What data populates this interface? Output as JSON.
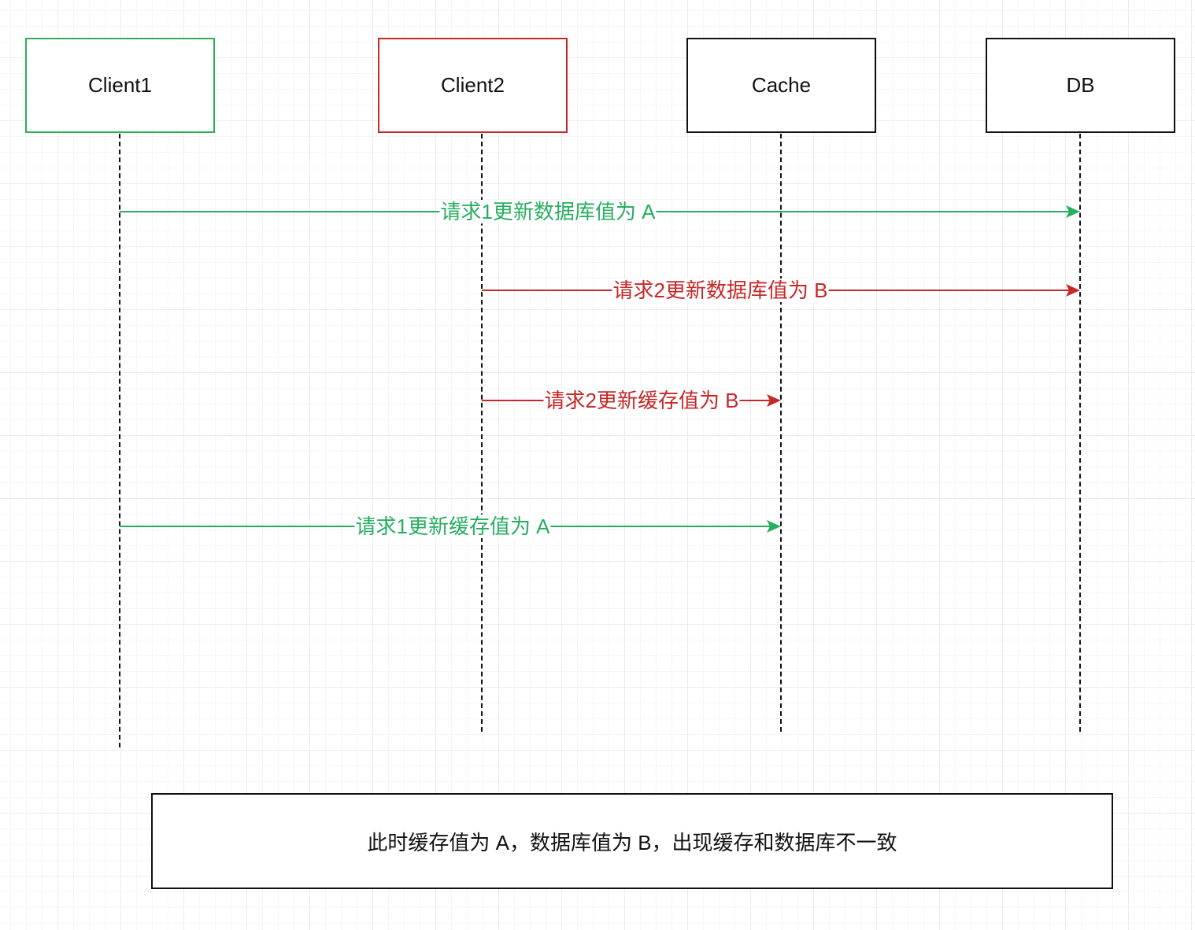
{
  "colors": {
    "client1": "#27ae60",
    "client2": "#c62828",
    "default": "#111111"
  },
  "actors": [
    {
      "id": "client1",
      "label": "Client1",
      "border_color": "#2fae5a"
    },
    {
      "id": "client2",
      "label": "Client2",
      "border_color": "#c62828"
    },
    {
      "id": "cache",
      "label": "Cache",
      "border_color": "#111111"
    },
    {
      "id": "db",
      "label": "DB",
      "border_color": "#111111"
    }
  ],
  "messages": [
    {
      "from": "client1",
      "to": "db",
      "label": "请求1更新数据库值为 A",
      "color": "#27ae60"
    },
    {
      "from": "client2",
      "to": "db",
      "label": "请求2更新数据库值为 B",
      "color": "#c62828"
    },
    {
      "from": "client2",
      "to": "cache",
      "label": "请求2更新缓存值为 B",
      "color": "#c62828"
    },
    {
      "from": "client1",
      "to": "cache",
      "label": "请求1更新缓存值为 A",
      "color": "#27ae60"
    }
  ],
  "note": "此时缓存值为 A，数据库值为 B，出现缓存和数据库不一致"
}
